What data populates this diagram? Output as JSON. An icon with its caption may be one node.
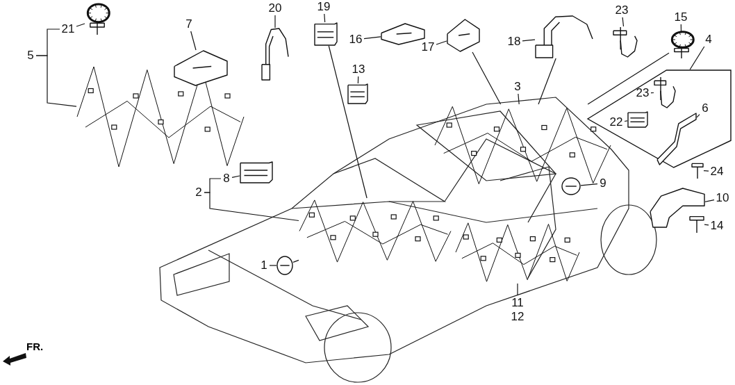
{
  "diagram": {
    "nodes": [
      {
        "text": [
          "21"
        ]
      },
      {
        "text": [],
        "shape": "picture"
      },
      {
        "text": [
          "5"
        ]
      },
      {
        "text": [],
        "shape": "picture"
      },
      {
        "text": [
          "7"
        ]
      },
      {
        "text": [],
        "shape": "picture"
      },
      {
        "text": [
          "20"
        ]
      },
      {
        "text": [],
        "shape": "picture"
      },
      {
        "text": [
          "19"
        ]
      },
      {
        "text": [],
        "shape": "picture"
      },
      {
        "text": [
          "16"
        ]
      },
      {
        "text": [],
        "shape": "picture"
      },
      {
        "text": [
          "17"
        ]
      },
      {
        "text": [],
        "shape": "picture"
      },
      {
        "text": [
          "13"
        ]
      },
      {
        "text": [],
        "shape": "picture"
      },
      {
        "text": [
          "18"
        ]
      },
      {
        "text": [],
        "shape": "picture"
      },
      {
        "text": [
          "3"
        ]
      },
      {
        "text": [],
        "shape": "picture"
      },
      {
        "text": [
          "23"
        ]
      },
      {
        "text": [],
        "shape": "picture"
      },
      {
        "text": [
          "15"
        ]
      },
      {
        "text": [],
        "shape": "picture"
      },
      {
        "text": [
          "4"
        ]
      },
      {
        "text": [],
        "shape": "box"
      },
      {
        "text": [
          "22"
        ],
        "in": 25
      },
      {
        "text": [],
        "shape": "picture",
        "in": 25
      },
      {
        "text": [
          "23"
        ],
        "in": 25
      },
      {
        "text": [],
        "shape": "picture",
        "in": 25
      },
      {
        "text": [
          "6"
        ],
        "in": 25
      },
      {
        "text": [],
        "shape": "picture",
        "in": 25
      },
      {
        "text": [
          "24"
        ]
      },
      {
        "text": [],
        "shape": "picture"
      },
      {
        "text": [
          "10"
        ]
      },
      {
        "text": [],
        "shape": "picture"
      },
      {
        "text": [
          "14"
        ]
      },
      {
        "text": [],
        "shape": "picture"
      },
      {
        "text": [
          "8"
        ]
      },
      {
        "text": [],
        "shape": "picture"
      },
      {
        "text": [
          "2"
        ]
      },
      {
        "text": [],
        "shape": "picture"
      },
      {
        "text": [
          "9"
        ]
      },
      {
        "text": [],
        "shape": "picture"
      },
      {
        "text": [
          "1"
        ]
      },
      {
        "text": [],
        "shape": "picture"
      },
      {
        "text": [
          "11",
          "12"
        ]
      },
      {
        "text": [],
        "shape": "picture"
      }
    ],
    "edges": [
      {
        "from": 0,
        "to": 1,
        "arrow": "none"
      },
      {
        "from": 2,
        "to": 0,
        "arrow": "none"
      },
      {
        "from": 2,
        "to": 3,
        "arrow": "none"
      },
      {
        "from": 4,
        "to": 5,
        "arrow": "none"
      },
      {
        "from": 6,
        "to": 7,
        "arrow": "none"
      },
      {
        "from": 8,
        "to": 9,
        "arrow": "none"
      },
      {
        "from": 9,
        "to": 41,
        "arrow": "none"
      },
      {
        "from": 10,
        "to": 11,
        "arrow": "none"
      },
      {
        "from": 12,
        "to": 13,
        "arrow": "none"
      },
      {
        "from": 13,
        "to": 19,
        "arrow": "none"
      },
      {
        "from": 14,
        "to": 15,
        "arrow": "none"
      },
      {
        "from": 16,
        "to": 17,
        "arrow": "none"
      },
      {
        "from": 17,
        "to": 19,
        "arrow": "none"
      },
      {
        "from": 18,
        "to": 19,
        "arrow": "none"
      },
      {
        "from": 20,
        "to": 21,
        "arrow": "none"
      },
      {
        "from": 22,
        "to": 23,
        "arrow": "none"
      },
      {
        "from": 23,
        "to": 19,
        "arrow": "none"
      },
      {
        "from": 24,
        "to": 25,
        "arrow": "none"
      },
      {
        "from": 26,
        "to": 27,
        "arrow": "none"
      },
      {
        "from": 28,
        "to": 29,
        "arrow": "none"
      },
      {
        "from": 30,
        "to": 31,
        "arrow": "none"
      },
      {
        "from": 32,
        "to": 33,
        "arrow": "none"
      },
      {
        "from": 34,
        "to": 35,
        "arrow": "none"
      },
      {
        "from": 36,
        "to": 37,
        "arrow": "none"
      },
      {
        "from": 38,
        "to": 39,
        "arrow": "none"
      },
      {
        "from": 40,
        "to": 38,
        "arrow": "none"
      },
      {
        "from": 40,
        "to": 41,
        "arrow": "none"
      },
      {
        "from": 42,
        "to": 43,
        "arrow": "none"
      },
      {
        "from": 44,
        "to": 45,
        "arrow": "none"
      },
      {
        "from": 45,
        "to": 41,
        "arrow": "none"
      },
      {
        "from": 46,
        "to": 47,
        "arrow": "none"
      }
    ],
    "labels": [
      "FR."
    ]
  }
}
